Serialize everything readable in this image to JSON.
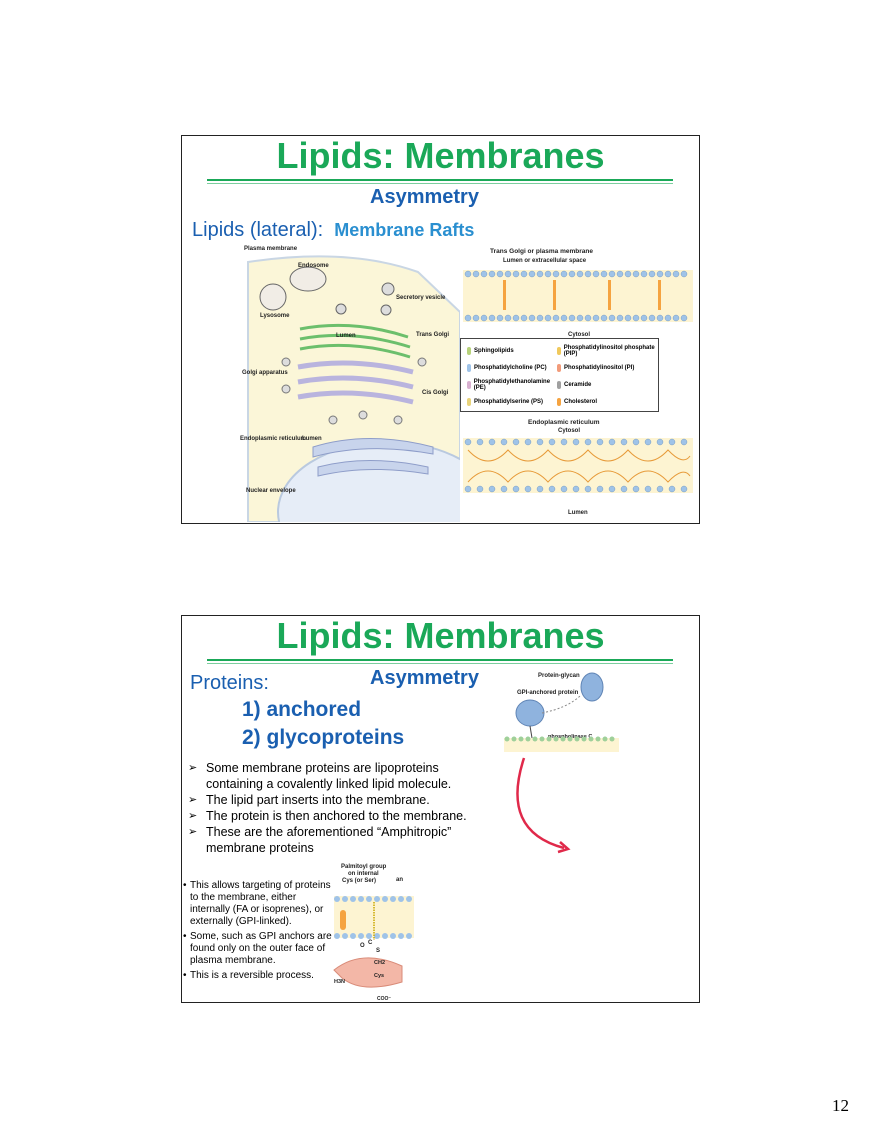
{
  "page_number": "12",
  "slide1": {
    "title": "Lipids:  Membranes",
    "subtitle": "Asymmetry",
    "lateral_label": "Lipids (lateral):",
    "rafts_label": "Membrane Rafts",
    "figure": {
      "plasma_membrane": "Plasma membrane",
      "endosome": "Endosome",
      "lysosome": "Lysosome",
      "secretory_vesicle": "Secretory vesicle",
      "lumen_top": "Lumen",
      "trans_golgi": "Trans Golgi",
      "golgi_apparatus": "Golgi apparatus",
      "cis_golgi": "Cis Golgi",
      "er": "Endoplasmic reticulum",
      "lumen_bottom": "Lumen",
      "nuclear_envelope": "Nuclear envelope",
      "top_panel_title": "Trans Golgi or plasma membrane",
      "top_panel_sub": "Lumen or extracellular space",
      "top_panel_bottom": "Cytosol",
      "legend": [
        "Sphingolipids",
        "Phosphatidylinositol phosphate (PIP)",
        "Phosphatidylcholine (PC)",
        "Phosphatidylinositol (PI)",
        "Phosphatidylethanolamine (PE)",
        "Ceramide",
        "Phosphatidylserine (PS)",
        "Cholesterol"
      ],
      "bottom_panel_title": "Endoplasmic reticulum",
      "bottom_panel_sub": "Cytosol",
      "bottom_panel_bottom": "Lumen"
    }
  },
  "slide2": {
    "title": "Lipids:  Membranes",
    "subtitle": "Asymmetry",
    "proteins_label": "Proteins:",
    "item1": "1) anchored",
    "item2": "2) glycoproteins",
    "bullets": [
      "Some membrane proteins are lipoproteins containing a covalently linked lipid molecule.",
      "The lipid part inserts into the membrane.",
      "The protein is then anchored to the membrane.",
      "These are the aforementioned “Amphitropic” membrane proteins"
    ],
    "notes": [
      "This allows targeting of proteins to the membrane, either internally (FA or isoprenes), or externally (GPI-linked).",
      "Some, such as GPI anchors are found only on the outer face of plasma membrane.",
      "This is a reversible process."
    ],
    "figure": {
      "protein_glycan": "Protein-glycan",
      "gpi_protein": "GPI-anchored protein",
      "phospholipase": "phospholipase C",
      "palmitoyl": "Palmitoyl group on internal Cys (or Ser)",
      "an": "an",
      "o_label": "O",
      "c_label": "C",
      "s_label": "S",
      "ch2_label": "CH2",
      "cys_label": "Cys",
      "h3n_label": "H3N",
      "coo_label": "COO⁻"
    }
  }
}
